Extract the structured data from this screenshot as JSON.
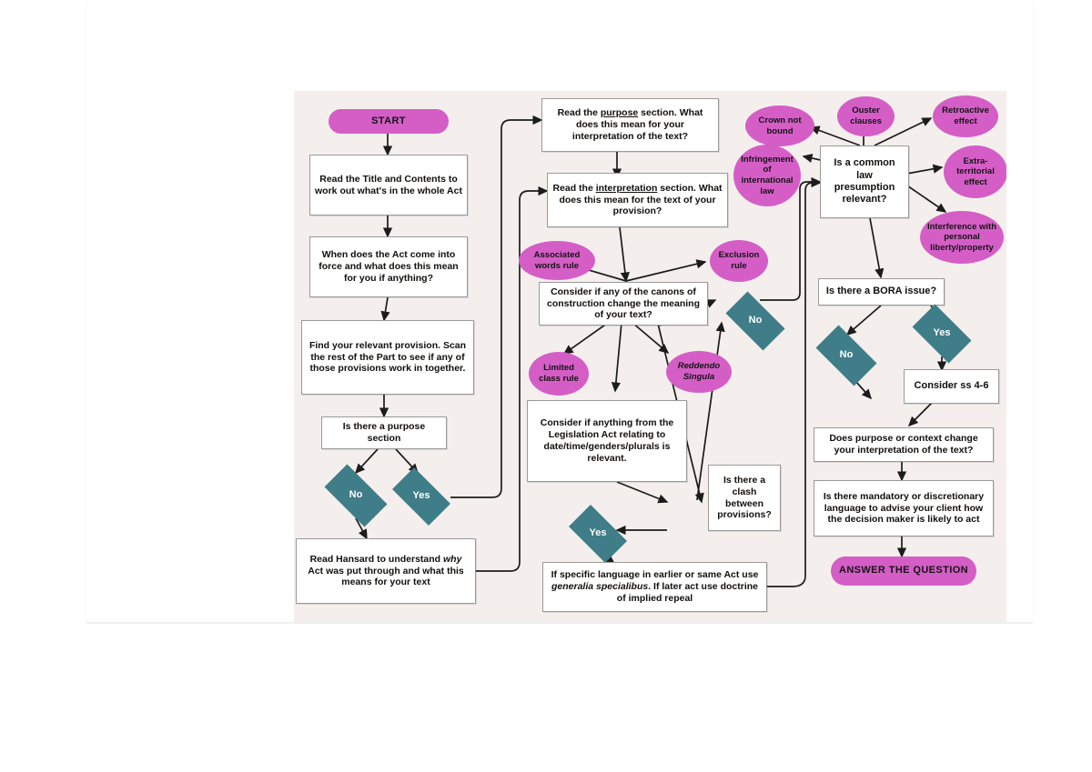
{
  "document": {
    "background": "#f4efec",
    "page_background": "#ffffff",
    "accent_pink": "#d45ec6",
    "accent_teal": "#3f7d88",
    "box_border": "#9a9a9a"
  },
  "nodes": {
    "start": {
      "label": "START",
      "shape": "pill",
      "color": "#d45ec6"
    },
    "title_contents": {
      "label": "Read the Title and Contents to work out what's in the whole Act",
      "shape": "rect"
    },
    "in_force": {
      "label": "When does the Act come into force and what does this mean for you if anything?",
      "shape": "rect"
    },
    "find_provision": {
      "label": "Find your relevant provision. Scan the rest of the Part to see  if any of those provisions work in together.",
      "shape": "rect"
    },
    "purpose_question": {
      "label": "Is there a purpose section",
      "shape": "rect"
    },
    "purpose_no": {
      "label": "No",
      "shape": "diamond",
      "color": "#3f7d88"
    },
    "purpose_yes": {
      "label": "Yes",
      "shape": "diamond",
      "color": "#3f7d88"
    },
    "hansard": {
      "label_parts": [
        "Read Hansard to understand ",
        "why",
        " Act was put through and what this means for your text"
      ],
      "shape": "rect"
    },
    "read_purpose": {
      "label_parts": [
        "Read the ",
        "purpose",
        " section. What does this mean for your interpretation of the text?"
      ],
      "shape": "rect"
    },
    "read_interpretation": {
      "label_parts": [
        "Read the ",
        "interpretation",
        " section. What does this mean for the text of your provision?"
      ],
      "shape": "rect"
    },
    "canons": {
      "label": "Consider if any of the canons of construction change the meaning of your text?",
      "shape": "rect"
    },
    "associated_words": {
      "label": "Associated words rule",
      "shape": "ellipse",
      "color": "#d45ec6"
    },
    "exclusion_rule": {
      "label": "Exclusion rule",
      "shape": "ellipse",
      "color": "#d45ec6"
    },
    "limited_class": {
      "label": "Limited class rule",
      "shape": "ellipse",
      "color": "#d45ec6"
    },
    "reddendo": {
      "label": "Reddendo Singula",
      "shape": "ellipse",
      "color": "#d45ec6",
      "italic": true
    },
    "legislation_act": {
      "label": "Consider if anything from the Legislation Act relating to date/time/genders/plurals is relevant.",
      "shape": "rect"
    },
    "clash": {
      "label": "Is there a clash between provisions?",
      "shape": "rect"
    },
    "clash_no": {
      "label": "No",
      "shape": "diamond",
      "color": "#3f7d88"
    },
    "clash_yes": {
      "label": "Yes",
      "shape": "diamond",
      "color": "#3f7d88"
    },
    "specific_language": {
      "label_parts": [
        "If specific language in earlier or same Act use ",
        "generalia specialibus",
        ". If later act use doctrine of implied repeal"
      ],
      "shape": "rect"
    },
    "common_law": {
      "label": "Is a common law presumption relevant?",
      "shape": "rect"
    },
    "crown_not_bound": {
      "label": "Crown not bound",
      "shape": "ellipse",
      "color": "#d45ec6"
    },
    "ouster_clauses": {
      "label": "Ouster clauses",
      "shape": "ellipse",
      "color": "#d45ec6"
    },
    "retroactive": {
      "label": "Retroactive effect",
      "shape": "ellipse",
      "color": "#d45ec6"
    },
    "infringement": {
      "label": "Infringement of international law",
      "shape": "ellipse",
      "color": "#d45ec6"
    },
    "extraterritorial": {
      "label": "Extra-territorial effect",
      "shape": "ellipse",
      "color": "#d45ec6"
    },
    "interference": {
      "label": "Interference with personal liberty/property",
      "shape": "ellipse",
      "color": "#d45ec6"
    },
    "bora": {
      "label": "Is there a BORA issue?",
      "shape": "rect"
    },
    "bora_no": {
      "label": "No",
      "shape": "diamond",
      "color": "#3f7d88"
    },
    "bora_yes": {
      "label": "Yes",
      "shape": "diamond",
      "color": "#3f7d88"
    },
    "consider_ss": {
      "label": "Consider ss 4-6",
      "shape": "rect"
    },
    "purpose_context": {
      "label": "Does purpose or context change your interpretation of the text?",
      "shape": "rect"
    },
    "mandatory": {
      "label": "Is there mandatory or discretionary language to advise your client how the decision maker is likely to act",
      "shape": "rect"
    },
    "answer": {
      "label": "ANSWER THE QUESTION",
      "shape": "pill",
      "color": "#d45ec6"
    }
  }
}
